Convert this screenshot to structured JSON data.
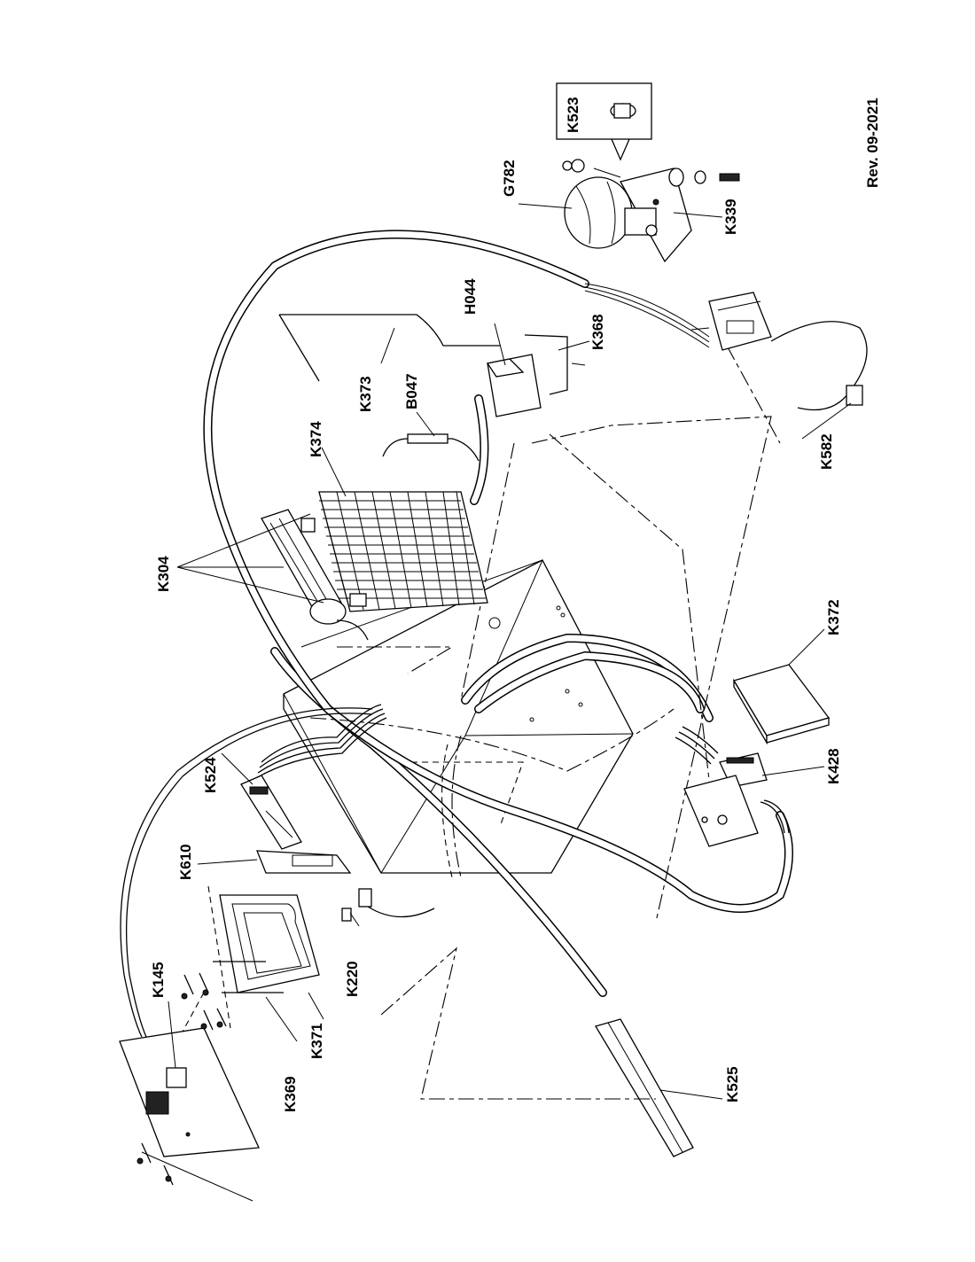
{
  "revision": "Rev. 09-2021",
  "labels": {
    "K523": "K523",
    "G782": "G782",
    "K339": "K339",
    "H044": "H044",
    "K368": "K368",
    "K373": "K373",
    "B047": "B047",
    "K374": "K374",
    "K582": "K582",
    "K304": "K304",
    "K372": "K372",
    "K428": "K428",
    "K524": "K524",
    "K610": "K610",
    "K145": "K145",
    "K220": "K220",
    "K371": "K371",
    "K369": "K369",
    "K525": "K525"
  }
}
